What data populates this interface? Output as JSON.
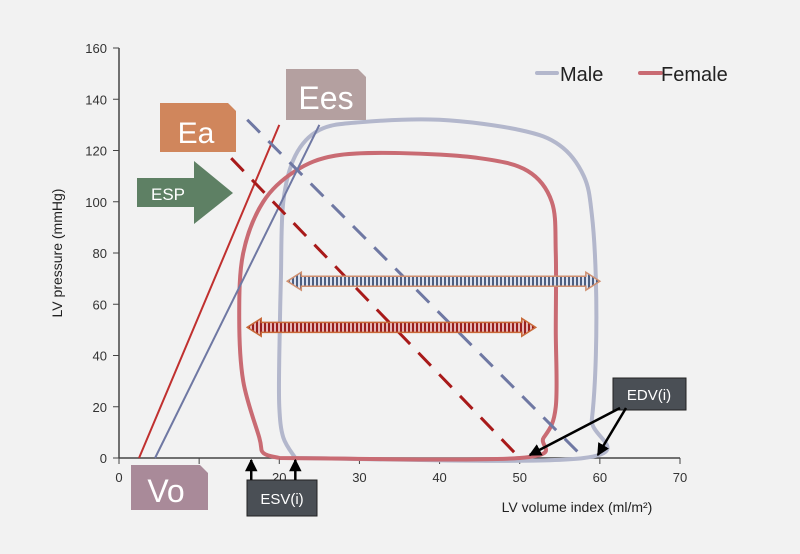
{
  "chart_data": {
    "type": "line",
    "xlabel": "LV volume index (ml/m²)",
    "ylabel": "LV pressure (mmHg)",
    "xlim": [
      0,
      70
    ],
    "ylim": [
      0,
      160
    ],
    "x_ticks": [
      "0",
      "10",
      "20",
      "30",
      "40",
      "50",
      "60",
      "70"
    ],
    "y_ticks": [
      "0",
      "20",
      "40",
      "60",
      "80",
      "100",
      "120",
      "140",
      "160"
    ],
    "grid": false,
    "legend_position": "top-right",
    "series": [
      {
        "name": "Male",
        "color": "#b3b7cc",
        "loop": [
          [
            22,
            0
          ],
          [
            58,
            0
          ],
          [
            59,
            15
          ],
          [
            59.5,
            40
          ],
          [
            59.5,
            70
          ],
          [
            59,
            95
          ],
          [
            58,
            110
          ],
          [
            55,
            122
          ],
          [
            50,
            128
          ],
          [
            40,
            132
          ],
          [
            30,
            131
          ],
          [
            25,
            128
          ],
          [
            22,
            118
          ],
          [
            20.5,
            100
          ],
          [
            20.2,
            70
          ],
          [
            20,
            40
          ],
          [
            20,
            20
          ],
          [
            20.5,
            8
          ],
          [
            22,
            0
          ]
        ]
      },
      {
        "name": "Female",
        "color": "#c96b73",
        "loop": [
          [
            20,
            0
          ],
          [
            50,
            0
          ],
          [
            53,
            8
          ],
          [
            54.5,
            20
          ],
          [
            54.5,
            50
          ],
          [
            54.5,
            80
          ],
          [
            54,
            100
          ],
          [
            51,
            112
          ],
          [
            45,
            117
          ],
          [
            35,
            119
          ],
          [
            27,
            118
          ],
          [
            22,
            112
          ],
          [
            18,
            100
          ],
          [
            15.5,
            80
          ],
          [
            15,
            55
          ],
          [
            15.5,
            30
          ],
          [
            17.5,
            8
          ],
          [
            18,
            2
          ],
          [
            20,
            0
          ]
        ]
      }
    ],
    "lines": {
      "ees_male": {
        "label": "Ees",
        "color": "#6f78a3",
        "points": [
          [
            4.5,
            0
          ],
          [
            25,
            130
          ]
        ]
      },
      "ees_female": {
        "label": "Ees",
        "color": "#c0302f",
        "points": [
          [
            2.5,
            0
          ],
          [
            20,
            130
          ]
        ]
      },
      "ea_male": {
        "label": "Ea",
        "color": "#6f78a3",
        "dashed": true,
        "points": [
          [
            16,
            132
          ],
          [
            58,
            0
          ]
        ]
      },
      "ea_female": {
        "label": "Ea",
        "color": "#a81a1a",
        "dashed": true,
        "points": [
          [
            14,
            117
          ],
          [
            50,
            0
          ]
        ]
      }
    },
    "arrows": {
      "male_sv": {
        "x_from": 21,
        "x_to": 60,
        "y": 69
      },
      "female_sv": {
        "x_from": 16,
        "x_to": 52,
        "y": 51
      }
    },
    "annotations": {
      "ea": "Ea",
      "ees": "Ees",
      "esp": "ESP",
      "vo": "Vo",
      "esv": "ESV(i)",
      "edv": "EDV(i)"
    },
    "annotation_targets": {
      "esv": [
        [
          16.5,
          0
        ],
        [
          22,
          0
        ]
      ],
      "edv": [
        [
          50.5,
          0
        ],
        [
          59,
          0
        ]
      ]
    }
  },
  "colors": {
    "axis": "#444444",
    "ea_box": "#d0865c",
    "ees_box": "#b4a0a0",
    "esp_arrow": "#5e8064",
    "vo_box": "#a98a99",
    "dark_box": "#4a4f55",
    "arrow_male_fill": "#dbe2f1",
    "arrow_male_stripe": "#4e5f80",
    "arrow_male_edge": "#d09070",
    "arrow_female_fill": "#e6b8b8",
    "arrow_female_stripe": "#9a1f1f",
    "arrow_female_edge": "#c86a3a"
  }
}
